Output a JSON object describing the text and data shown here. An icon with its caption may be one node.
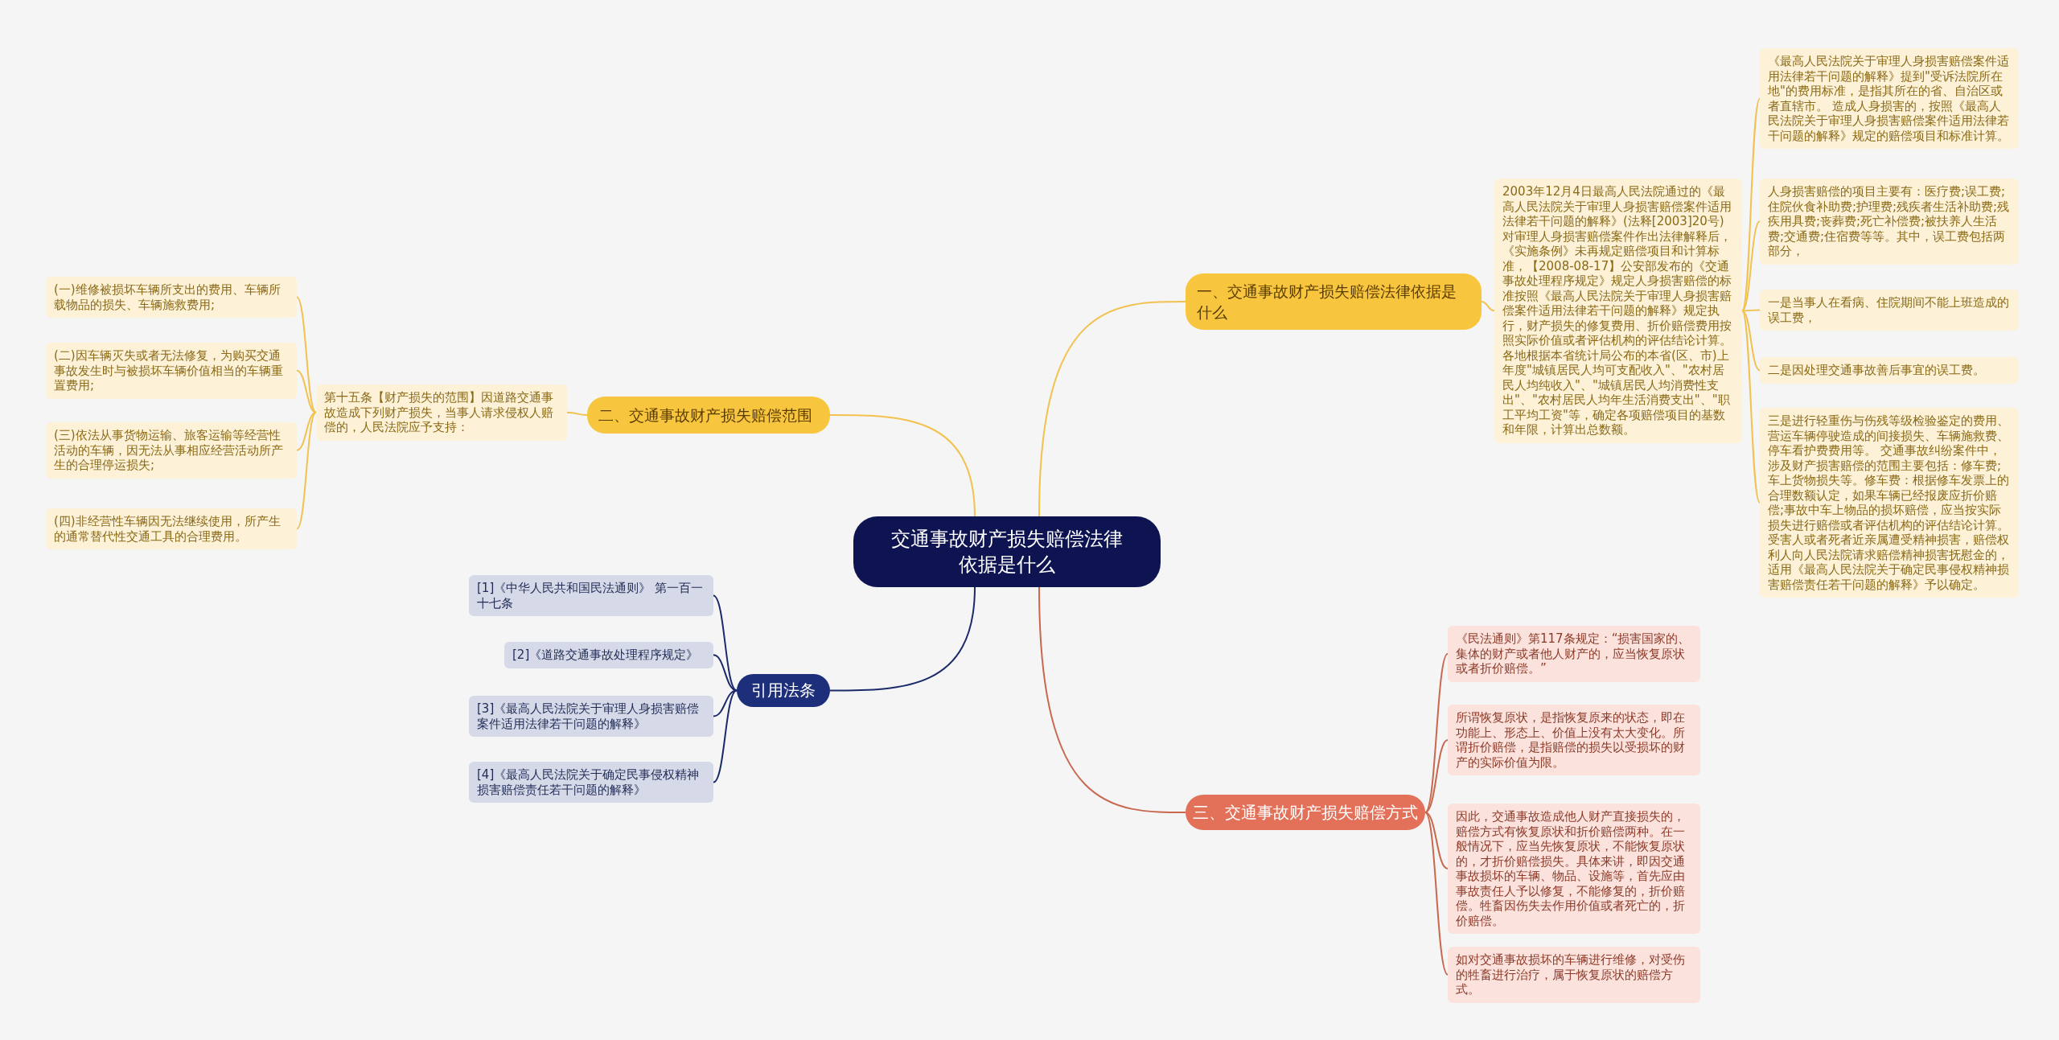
{
  "diagram": {
    "nodes": [
      {
        "text": [
          "交通事故财产损失赔偿法律依据是什么"
        ]
      },
      {
        "text": [
          "一、交通事故财产损失赔偿法律依据是什么"
        ]
      },
      {
        "text": [
          "2003年12月4日最高人民法院通过的《最高人民法院关于审理人身损害赔偿案件适用法律若干问题的解释》(法释[2003]20号)对审理人身损害赔偿案件作出法律解释后，《实施条例》未再规定赔偿项目和计算标准，【2008-08-17】公安部发布的《交通事故处理程序规定》规定人身损害赔偿的标准按照《最高人民法院关于审理人身损害赔偿案件适用法律若干问题的解释》规定执行，财产损失的修复费用、折价赔偿费用按照实际价值或者评估机构的评估结论计算。各地根据本省统计局公布的本省(区、市)上年度\"城镇居民人均可支配收入\"、\"农村居民人均纯收入\"、\"城镇居民人均消费性支出\"、\"农村居民人均年生活消费支出\"、\"职工平均工资\"等，确定各项赔偿项目的基数和年限，计算出总数额。"
        ]
      },
      {
        "text": [
          "《最高人民法院关于审理人身损害赔偿案件适用法律若干问题的解释》提到\"受诉法院所在地\"的费用标准，是指其所在的省、自治区或者直辖市。 造成人身损害的，按照《最高人民法院关于审理人身损害赔偿案件适用法律若干问题的解释》规定的赔偿项目和标准计算。"
        ]
      },
      {
        "text": [
          "人身损害赔偿的项目主要有：医疗费;误工费;住院伙食补助费;护理费;残疾者生活补助费;残疾用具费;丧葬费;死亡补偿费;被扶养人生活费;交通费;住宿费等等。其中，误工费包括两部分，"
        ]
      },
      {
        "text": [
          "一是当事人在看病、住院期间不能上班造成的误工费，"
        ]
      },
      {
        "text": [
          "二是因处理交通事故善后事宜的误工费。"
        ]
      },
      {
        "text": [
          "三是进行轻重伤与伤残等级检验鉴定的费用、营运车辆停驶造成的间接损失、车辆施救费、停车看护费费用等。 交通事故纠纷案件中，涉及财产损害赔偿的范围主要包括：修车费;车上货物损失等。修车费：根据修车发票上的合理数额认定，如果车辆已经报废应折价赔偿;事故中车上物品的损坏赔偿，应当按实际损失进行赔偿或者评估机构的评估结论计算。受害人或者死者近亲属遭受精神损害，赔偿权利人向人民法院请求赔偿精神损害抚慰金的，适用《最高人民法院关于确定民事侵权精神损害赔偿责任若干问题的解释》予以确定。"
        ]
      },
      {
        "text": [
          "二、交通事故财产损失赔偿范围"
        ]
      },
      {
        "text": [
          "第十五条【财产损失的范围】因道路交通事故造成下列财产损失，当事人请求侵权人赔偿的，人民法院应予支持："
        ]
      },
      {
        "text": [
          "(一)维修被损坏车辆所支出的费用、车辆所载物品的损失、车辆施救费用;"
        ]
      },
      {
        "text": [
          "(二)因车辆灭失或者无法修复，为购买交通事故发生时与被损坏车辆价值相当的车辆重置费用;"
        ]
      },
      {
        "text": [
          "(三)依法从事货物运输、旅客运输等经营性活动的车辆，因无法从事相应经营活动所产生的合理停运损失;"
        ]
      },
      {
        "text": [
          "(四)非经营性车辆因无法继续使用，所产生的通常替代性交通工具的合理费用。"
        ]
      },
      {
        "text": [
          "引用法条"
        ]
      },
      {
        "text": [
          "[1]《中华人民共和国民法通则》 第一百一十七条"
        ]
      },
      {
        "text": [
          "[2]《道路交通事故处理程序规定》"
        ]
      },
      {
        "text": [
          "[3]《最高人民法院关于审理人身损害赔偿案件适用法律若干问题的解释》"
        ]
      },
      {
        "text": [
          "[4]《最高人民法院关于确定民事侵权精神损害赔偿责任若干问题的解释》"
        ]
      },
      {
        "text": [
          "三、交通事故财产损失赔偿方式"
        ]
      },
      {
        "text": [
          "《民法通则》第117条规定：“损害国家的、集体的财产或者他人财产的，应当恢复原状或者折价赔偿。”"
        ]
      },
      {
        "text": [
          "所谓恢复原状，是指恢复原来的状态，即在功能上、形态上、价值上没有太大变化。所谓折价赔偿，是指赔偿的损失以受损坏的财产的实际价值为限。"
        ]
      },
      {
        "text": [
          "因此，交通事故造成他人财产直接损失的，赔偿方式有恢复原状和折价赔偿两种。在一般情况下，应当先恢复原状，不能恢复原状的，才折价赔偿损失。具体来讲，即因交通事故损坏的车辆、物品、设施等，首先应由事故责任人予以修复，不能修复的，折价赔偿。牲畜因伤失去作用价值或者死亡的，折价赔偿。"
        ]
      },
      {
        "text": [
          "如对交通事故损坏的车辆进行维修，对受伤的牲畜进行治疗，属于恢复原状的赔偿方式。"
        ]
      }
    ],
    "edges": [
      {
        "from": 0,
        "to": 1,
        "arrow": "none"
      },
      {
        "from": 1,
        "to": 2,
        "arrow": "none"
      },
      {
        "from": 2,
        "to": 3,
        "arrow": "none"
      },
      {
        "from": 2,
        "to": 4,
        "arrow": "none"
      },
      {
        "from": 2,
        "to": 5,
        "arrow": "none"
      },
      {
        "from": 2,
        "to": 6,
        "arrow": "none"
      },
      {
        "from": 2,
        "to": 7,
        "arrow": "none"
      },
      {
        "from": 0,
        "to": 8,
        "arrow": "none"
      },
      {
        "from": 8,
        "to": 9,
        "arrow": "none"
      },
      {
        "from": 9,
        "to": 10,
        "arrow": "none"
      },
      {
        "from": 9,
        "to": 11,
        "arrow": "none"
      },
      {
        "from": 9,
        "to": 12,
        "arrow": "none"
      },
      {
        "from": 9,
        "to": 13,
        "arrow": "none"
      },
      {
        "from": 0,
        "to": 14,
        "arrow": "none",
        "color": "#1b2a6b"
      },
      {
        "from": 14,
        "to": 15,
        "arrow": "none",
        "color": "#1b2a6b"
      },
      {
        "from": 14,
        "to": 16,
        "arrow": "none",
        "color": "#1b2a6b"
      },
      {
        "from": 14,
        "to": 17,
        "arrow": "none",
        "color": "#1b2a6b"
      },
      {
        "from": 14,
        "to": 18,
        "arrow": "none",
        "color": "#1b2a6b"
      },
      {
        "from": 0,
        "to": 19,
        "arrow": "none",
        "color": "#c8684f"
      },
      {
        "from": 19,
        "to": 20,
        "arrow": "none",
        "color": "#c8684f"
      },
      {
        "from": 19,
        "to": 21,
        "arrow": "none",
        "color": "#c8684f"
      },
      {
        "from": 19,
        "to": 22,
        "arrow": "none",
        "color": "#c8684f"
      },
      {
        "from": 19,
        "to": 23,
        "arrow": "none",
        "color": "#c8684f"
      }
    ]
  }
}
